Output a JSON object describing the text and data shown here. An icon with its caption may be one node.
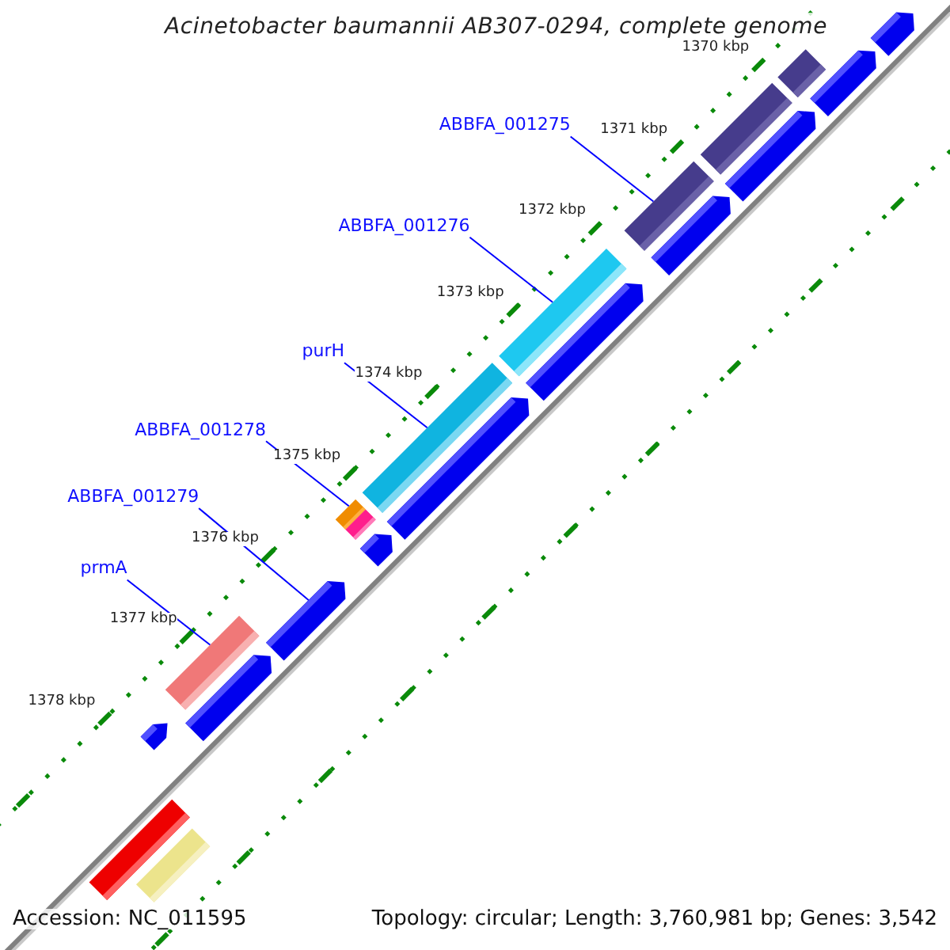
{
  "diagram": {
    "title": "Acinetobacter baumannii AB307-0294, complete genome",
    "nodes": [
      {
        "text": [
          "ABBFA_001275"
        ]
      },
      {
        "text": [
          "ABBFA_001276"
        ]
      },
      {
        "text": [
          "purH"
        ]
      },
      {
        "text": [
          "ABBFA_001278"
        ]
      },
      {
        "text": [
          "ABBFA_001279"
        ]
      },
      {
        "text": [
          "prmA"
        ]
      },
      {
        "text": [],
        "shape": "bar"
      },
      {
        "text": [],
        "shape": "arrow"
      },
      {
        "text": [],
        "shape": "arrow"
      },
      {
        "text": [],
        "shape": "arrow"
      },
      {
        "text": [],
        "shape": "bar"
      },
      {
        "text": [],
        "shape": "bar"
      },
      {
        "text": [],
        "shape": "arrow"
      },
      {
        "text": [],
        "shape": "bar"
      },
      {
        "text": [],
        "shape": "arrow"
      },
      {
        "text": [],
        "shape": "bar"
      },
      {
        "text": [],
        "shape": "arrow"
      },
      {
        "text": [],
        "shape": "bar"
      },
      {
        "text": [],
        "shape": "bar"
      },
      {
        "text": [],
        "shape": "arrow"
      },
      {
        "text": [],
        "shape": "arrow"
      },
      {
        "text": [],
        "shape": "bar"
      },
      {
        "text": [],
        "shape": "arrow"
      },
      {
        "text": [],
        "shape": "arrow"
      },
      {
        "text": [],
        "shape": "bar"
      },
      {
        "text": [],
        "shape": "bar"
      }
    ],
    "edges": [
      {
        "from": 0,
        "to": 11,
        "arrow": "none"
      },
      {
        "from": 1,
        "to": 13,
        "arrow": "none"
      },
      {
        "from": 2,
        "to": 15,
        "arrow": "none"
      },
      {
        "from": 3,
        "to": 17,
        "arrow": "none"
      },
      {
        "from": 4,
        "to": 20,
        "arrow": "none"
      },
      {
        "from": 5,
        "to": 21,
        "arrow": "none"
      }
    ],
    "labels": [
      "1370 kbp",
      "1371 kbp",
      "1372 kbp",
      "1373 kbp",
      "1374 kbp",
      "1375 kbp",
      "1376 kbp",
      "1377 kbp",
      "1378 kbp",
      "Accession: NC_011595",
      "Topology: circular; Length: 3,760,981 bp; Genes: 3,542"
    ]
  }
}
